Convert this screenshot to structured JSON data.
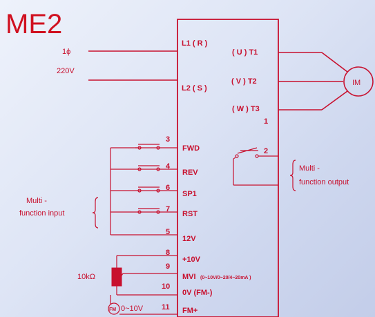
{
  "title": "ME2",
  "supply": {
    "phase": "1ϕ",
    "voltage": "220V"
  },
  "inputs": {
    "l1": "L1 ( R )",
    "l2": "L2 ( S )"
  },
  "outputs": {
    "t1": "( U ) T1",
    "t2": "( V ) T2",
    "t3": "( W ) T3"
  },
  "motor": "IM",
  "relay": {
    "term1": "1",
    "term2": "2",
    "label_line1": "Multi -",
    "label_line2": "function output"
  },
  "control_terminals": [
    {
      "num": "3",
      "name": "FWD"
    },
    {
      "num": "4",
      "name": "REV"
    },
    {
      "num": "6",
      "name": "SP1"
    },
    {
      "num": "7",
      "name": "RST"
    },
    {
      "num": "5",
      "name": "12V"
    },
    {
      "num": "8",
      "name": "+10V"
    },
    {
      "num": "9",
      "name": "MVI",
      "note": "(0~10V/0~20/4~20mA )"
    },
    {
      "num": "10",
      "name": "0V (FM-)"
    },
    {
      "num": "11",
      "name": "FM+"
    }
  ],
  "input_label": {
    "line1": "Multi -",
    "line2": "function input"
  },
  "potentiometer": "10kΩ",
  "meter": {
    "symbol": "FM",
    "range": "0~10V"
  },
  "colors": {
    "line": "#c8102e",
    "pot_fill": "#c8102e"
  }
}
